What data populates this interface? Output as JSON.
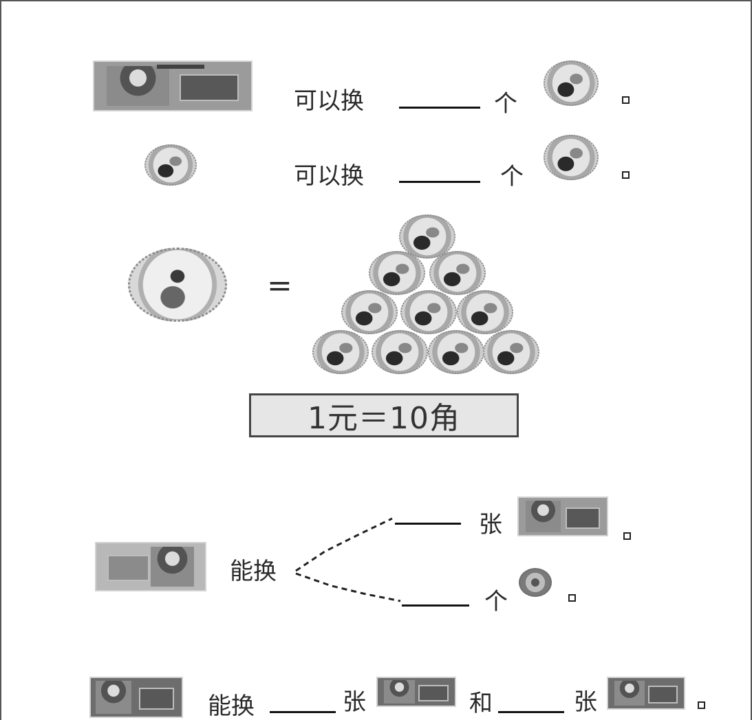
{
  "row1": {
    "verb": "可以换",
    "unit": "个",
    "period": "。"
  },
  "row2": {
    "verb": "可以换",
    "unit": "个",
    "period": "。"
  },
  "row3": {
    "equals": "="
  },
  "equation": "1元＝10角",
  "row4": {
    "verb": "能换",
    "option_top": {
      "unit": "张",
      "period": "。"
    },
    "option_bottom": {
      "unit": "个",
      "period": "。"
    }
  },
  "row5": {
    "verb": "能换",
    "unit1": "张",
    "conjunction": "和",
    "unit2": "张",
    "period": "。"
  }
}
